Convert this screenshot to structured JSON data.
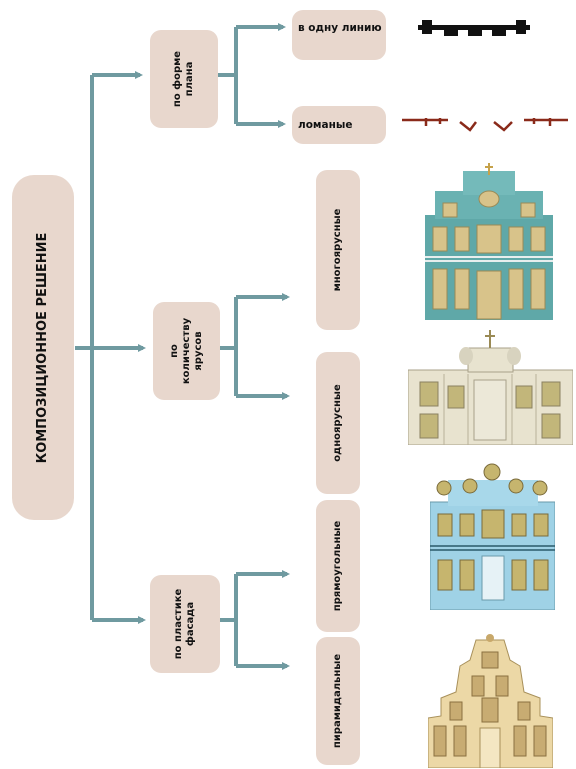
{
  "diagram": {
    "root": {
      "label": "КОМПОЗИЦИОННОЕ РЕШЕНИЕ"
    },
    "categories": [
      {
        "label": "по форме\nплана",
        "children": [
          "в одну линию",
          "ломаные"
        ]
      },
      {
        "label": "по\nколичеству\nярусов",
        "children": [
          "многоярусные",
          "одноярусные"
        ]
      },
      {
        "label": "по пластике\nфасада",
        "children": [
          "прямоугольные",
          "пирамидальные"
        ]
      }
    ]
  },
  "colors": {
    "box_fill": "#e8d7cd",
    "connector": "#6f9aa0",
    "text": "#111111"
  },
  "illustrations": [
    "straight-plan-icon",
    "broken-plan-icon",
    "multi-tier-iconostasis-image",
    "single-tier-iconostasis-image",
    "rectangular-iconostasis-image",
    "pyramidal-iconostasis-image"
  ]
}
